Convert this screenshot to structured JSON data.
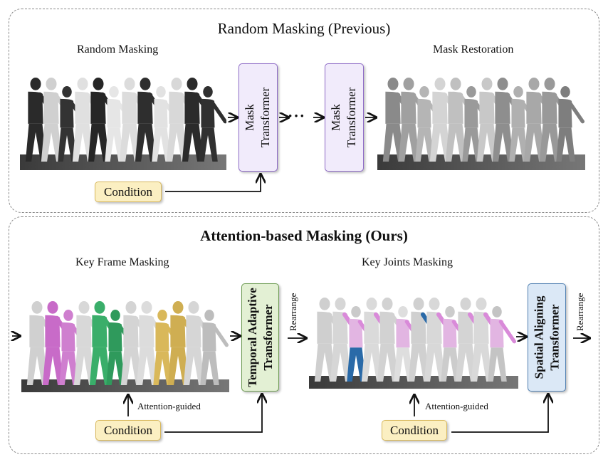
{
  "top_panel": {
    "title": "Random Masking (Previous)",
    "input_label": "Random Masking",
    "output_label": "Mask Restoration",
    "block1": {
      "line1": "Mask",
      "line2": "Transformer"
    },
    "block2": {
      "line1": "Mask",
      "line2": "Transformer"
    },
    "ellipsis": "···",
    "condition": "Condition",
    "colors": {
      "block_fill": "#f1ebfb",
      "block_border": "#8e6bc7"
    }
  },
  "bottom_panel": {
    "title": "Attention-based Masking (Ours)",
    "left_label": "Key Frame Masking",
    "right_label": "Key Joints Masking",
    "temporal_block": {
      "line1": "Temporal Adaptive",
      "line2": "Transformer"
    },
    "spatial_block": {
      "line1": "Spatial Aligning",
      "line2": "Transformer"
    },
    "rearrange_1": "Rearrange",
    "rearrange_2": "Rearrange",
    "attention_guided_1": "Attention-guided",
    "attention_guided_2": "Attention-guided",
    "condition_1": "Condition",
    "condition_2": "Condition",
    "colors": {
      "temporal_fill": "#e3f0d4",
      "temporal_border": "#6b9a50",
      "spatial_fill": "#dbe8f6",
      "spatial_border": "#4f7fb1",
      "condition_fill": "#fbefc2",
      "condition_border": "#d8b85c",
      "key_frame_magenta": "#c86bc8",
      "key_frame_green": "#3aae6a",
      "key_frame_yellow": "#d9b85a",
      "key_joint_pink": "#d98ad9",
      "key_joint_blue": "#2a6aa8"
    }
  }
}
